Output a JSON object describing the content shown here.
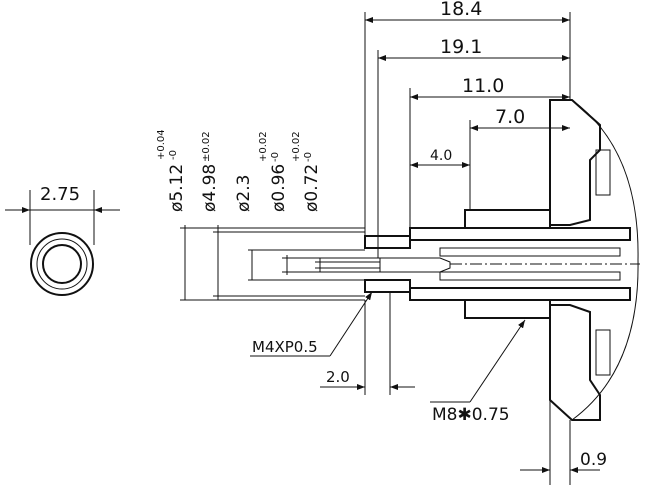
{
  "drawing": {
    "dimensions": {
      "d18_4": "18.4",
      "d19_1": "19.1",
      "d11_0": "11.0",
      "d7_0": "7.0",
      "d4_0": "4.0",
      "d2_0": "2.0",
      "d0_9": "0.9",
      "d2_75": "2.75"
    },
    "diameters": [
      {
        "label": "ø5.12",
        "tol_upper": "+0.04",
        "tol_lower": "-0"
      },
      {
        "label": "ø4.98",
        "tol": "±0.02"
      },
      {
        "label": "ø2.3"
      },
      {
        "label": "ø0.96",
        "tol_upper": "+0.02",
        "tol_lower": "-0"
      },
      {
        "label": "ø0.72",
        "tol_upper": "+0.02",
        "tol_lower": "-0"
      }
    ],
    "threads": {
      "inner": "M4XP0.5",
      "outer": "M8✱0.75"
    }
  }
}
